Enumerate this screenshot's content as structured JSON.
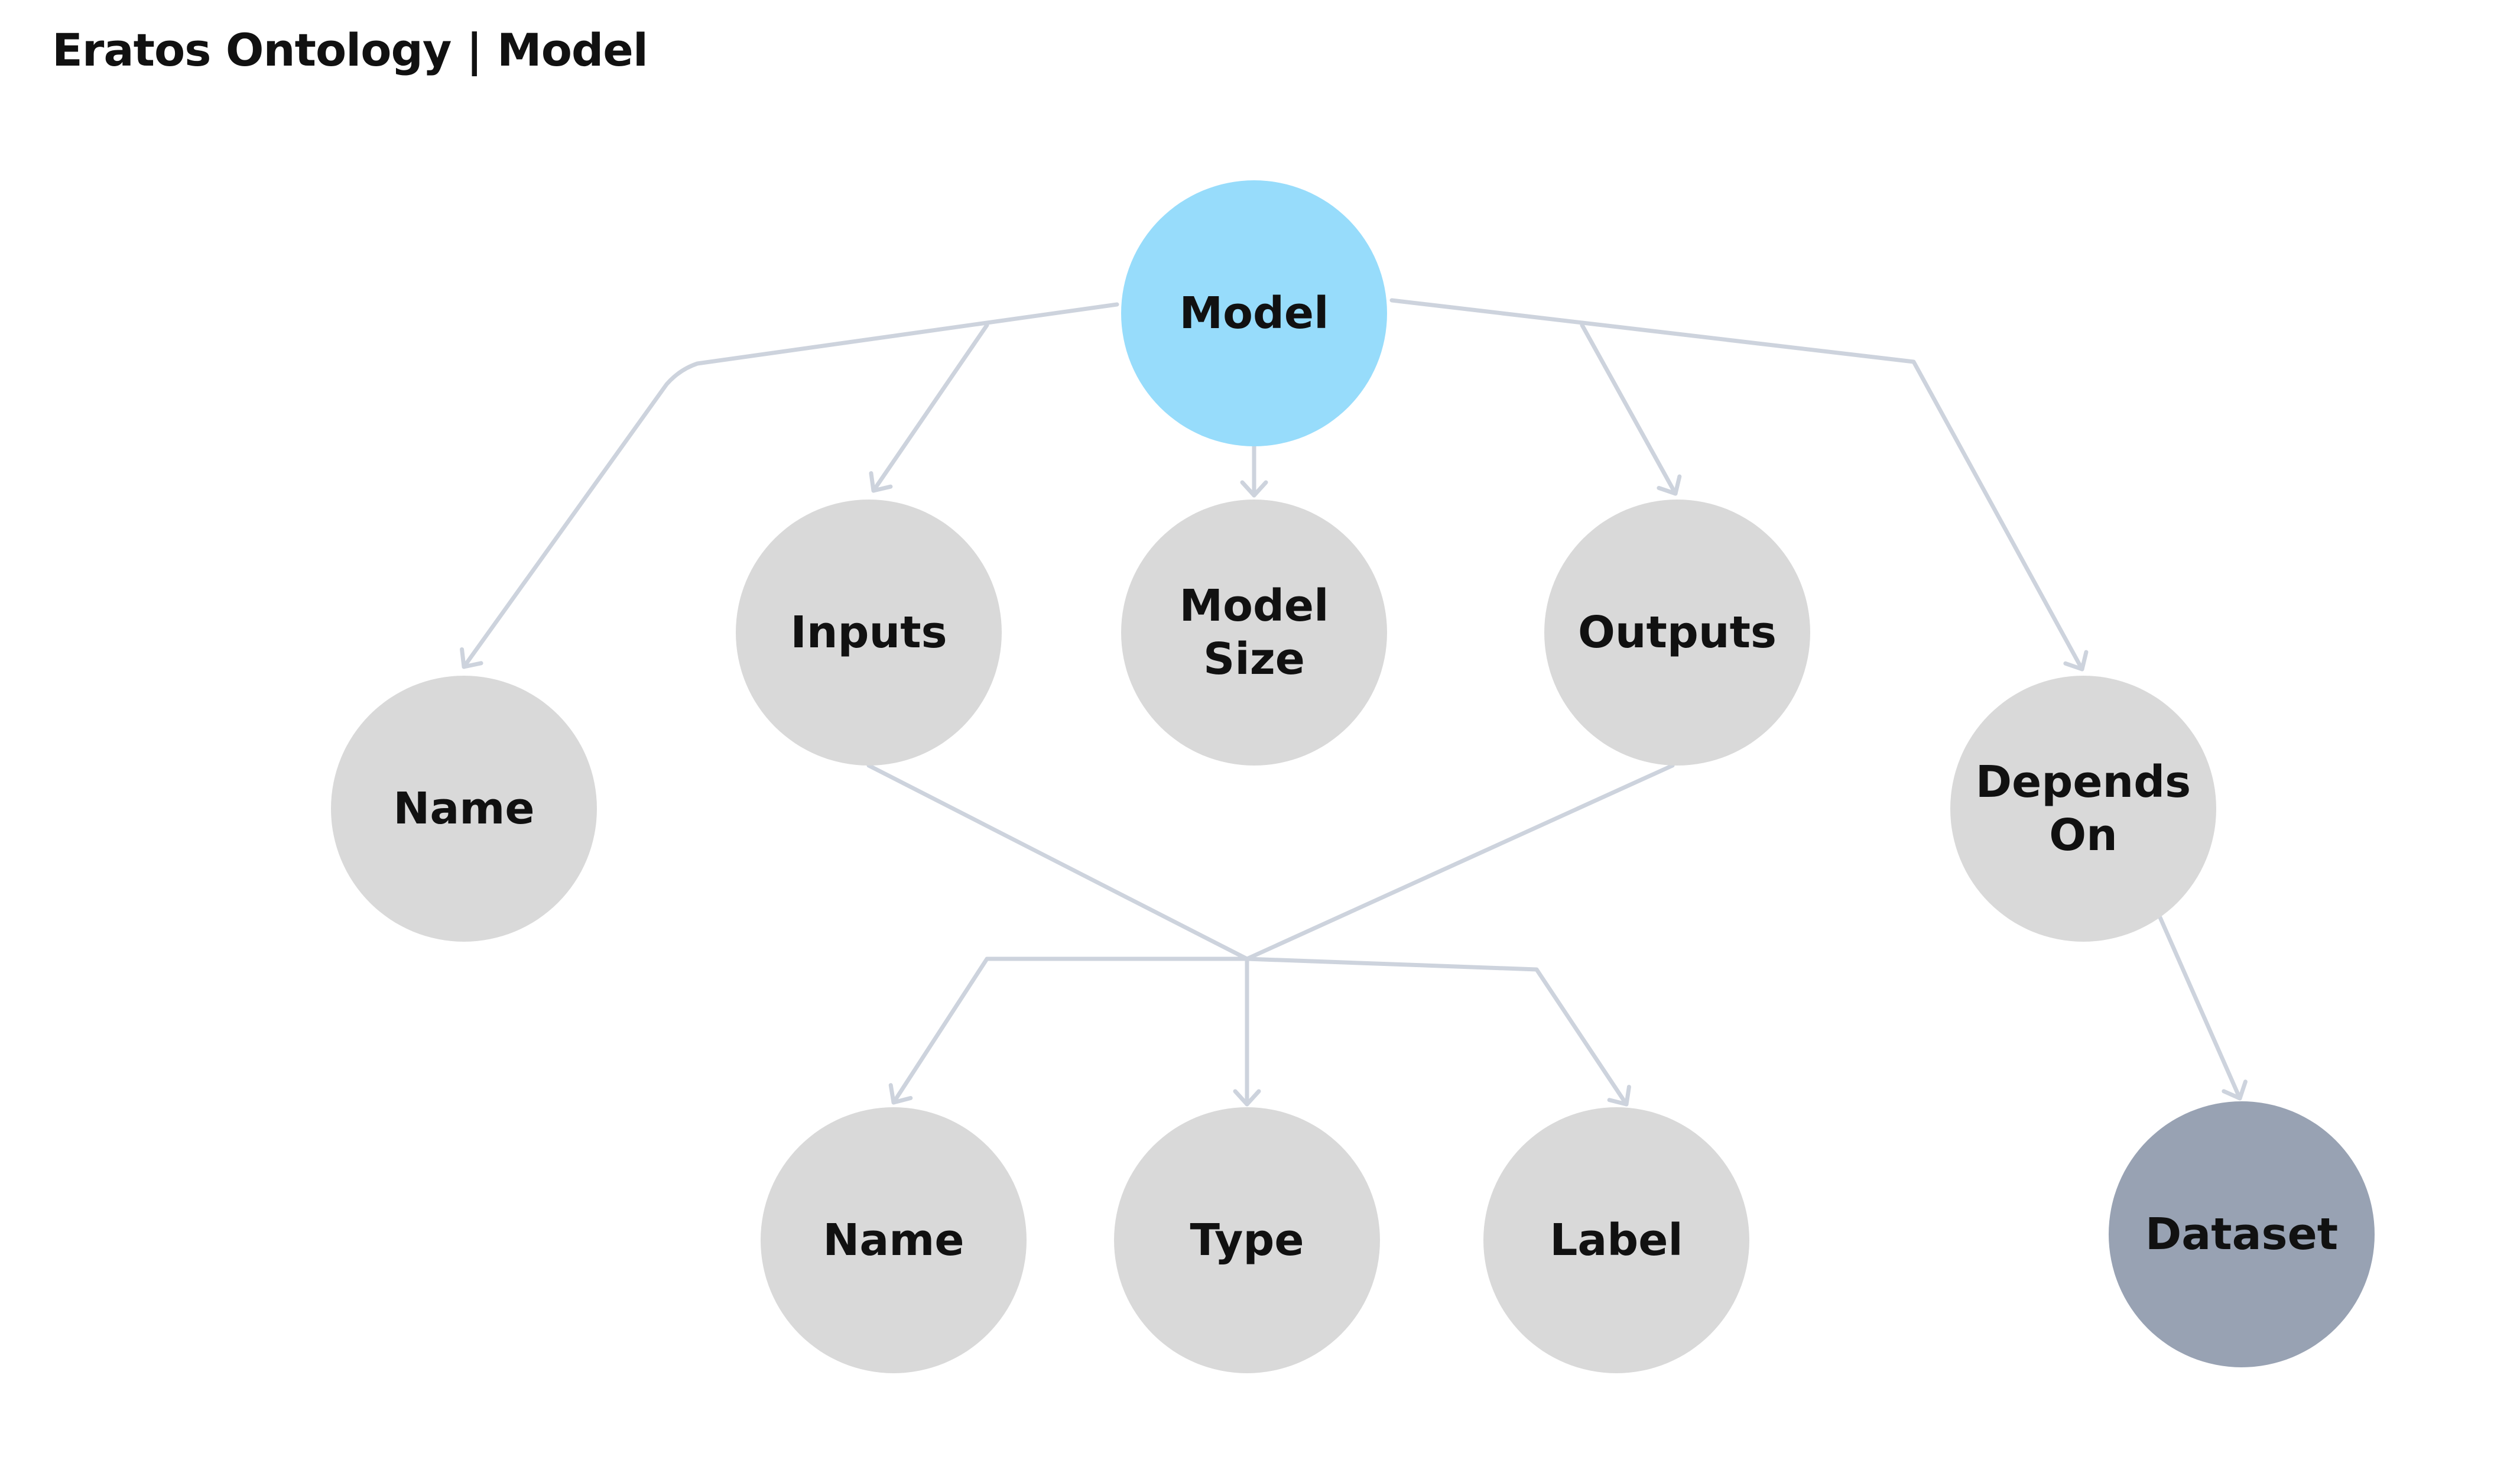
{
  "header": {
    "title": "Eratos Ontology | Model"
  },
  "colors": {
    "root": "#97DCFB",
    "default": "#D9D9D9",
    "external": "#98A2B3",
    "edge": "#CDD3DD",
    "text": "#111111"
  },
  "nodes": {
    "model": {
      "lines": [
        "Model"
      ]
    },
    "name_top": {
      "lines": [
        "Name"
      ]
    },
    "inputs": {
      "lines": [
        "Inputs"
      ]
    },
    "model_size": {
      "lines": [
        "Model",
        "Size"
      ]
    },
    "outputs": {
      "lines": [
        "Outputs"
      ]
    },
    "depends_on": {
      "lines": [
        "Depends",
        "On"
      ]
    },
    "name_bottom": {
      "lines": [
        "Name"
      ]
    },
    "type": {
      "lines": [
        "Type"
      ]
    },
    "label": {
      "lines": [
        "Label"
      ]
    },
    "dataset": {
      "lines": [
        "Dataset"
      ]
    }
  }
}
